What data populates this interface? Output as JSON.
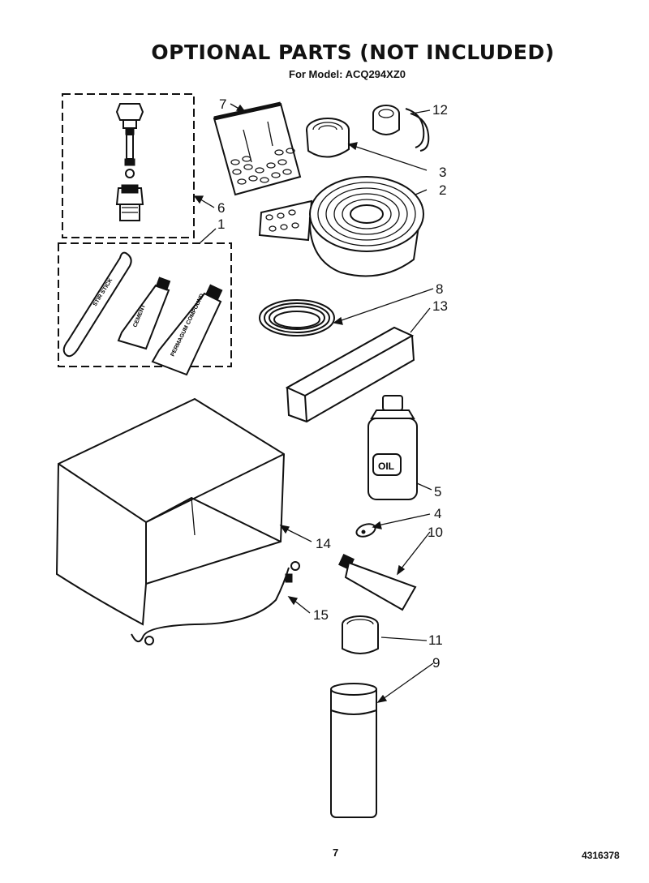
{
  "header_fragment": "— ——— — —————— ——",
  "title": "OPTIONAL PARTS (NOT INCLUDED)",
  "subtitle": "For Model: ACQ294XZ0",
  "page_number": "7",
  "document_number": "4316378",
  "callouts": {
    "c1": "1",
    "c2": "2",
    "c3": "3",
    "c4": "4",
    "c5": "5",
    "c6": "6",
    "c7": "7",
    "c8": "8",
    "c9": "9",
    "c10": "10",
    "c11": "11",
    "c12": "12",
    "c13": "13",
    "c14": "14",
    "c15": "15"
  },
  "product_labels": {
    "bottle": "OIL",
    "stick": "STIR STICK",
    "tube_left": "CEMENT",
    "tube_right": "PERMAGUM COMPOUND"
  }
}
